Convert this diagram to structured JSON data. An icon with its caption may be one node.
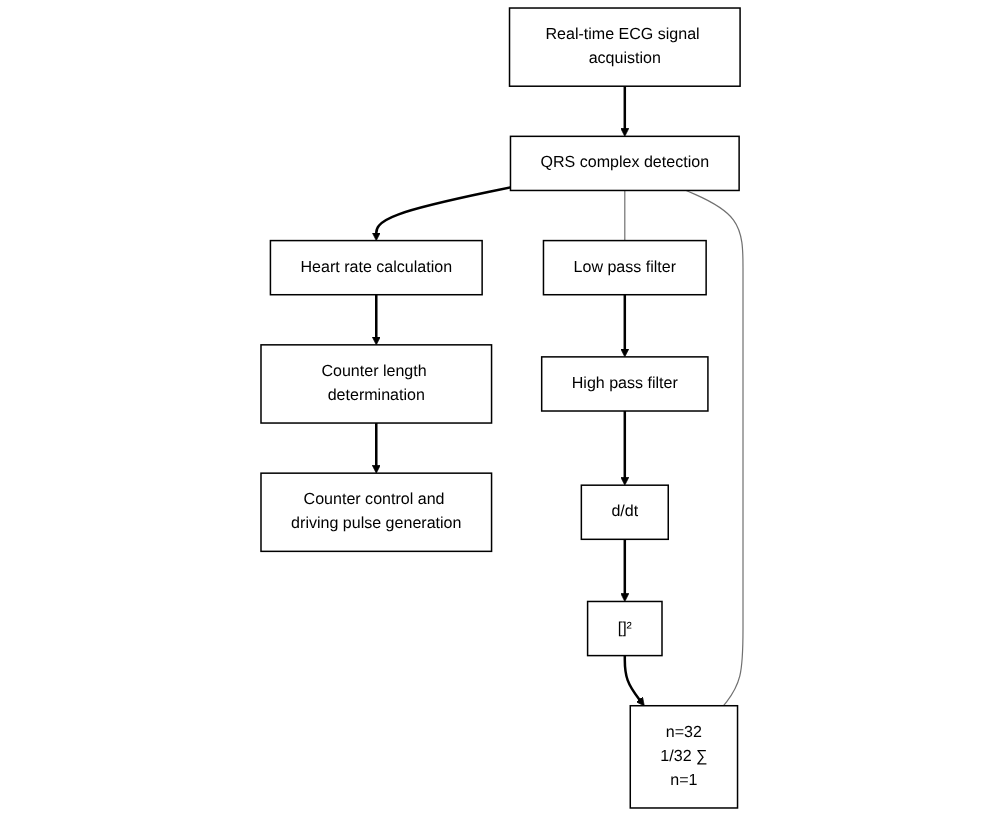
{
  "diagram": {
    "nodes": [
      {
        "text": [
          "Real-time ECG signal acquistion"
        ]
      },
      {
        "text": [
          "QRS complex detection"
        ]
      },
      {
        "text": [
          "Heart rate calculation"
        ]
      },
      {
        "text": [
          "Counter length determination"
        ]
      },
      {
        "text": [
          "Counter control and driving pulse generation"
        ]
      },
      {
        "text": [
          "Low pass filter"
        ]
      },
      {
        "text": [
          "High pass filter"
        ]
      },
      {
        "text": [
          "d/dt"
        ]
      },
      {
        "text": [
          "[]²"
        ]
      },
      {
        "text": [
          "n=32",
          "1/32 ∑",
          "n=1"
        ]
      }
    ],
    "edges": [
      {
        "from": 0,
        "to": 1,
        "arrow": "to"
      },
      {
        "from": 1,
        "to": 2,
        "arrow": "to"
      },
      {
        "from": 2,
        "to": 3,
        "arrow": "to"
      },
      {
        "from": 3,
        "to": 4,
        "arrow": "to"
      },
      {
        "from": 5,
        "to": 6,
        "arrow": "to"
      },
      {
        "from": 6,
        "to": 7,
        "arrow": "to"
      },
      {
        "from": 7,
        "to": 8,
        "arrow": "to"
      },
      {
        "from": 8,
        "to": 9,
        "arrow": "to"
      },
      {
        "from": 1,
        "to": 5,
        "arrow": "none",
        "color": "#707070"
      },
      {
        "from": 1,
        "to": 9,
        "arrow": "none",
        "color": "#707070"
      }
    ]
  }
}
